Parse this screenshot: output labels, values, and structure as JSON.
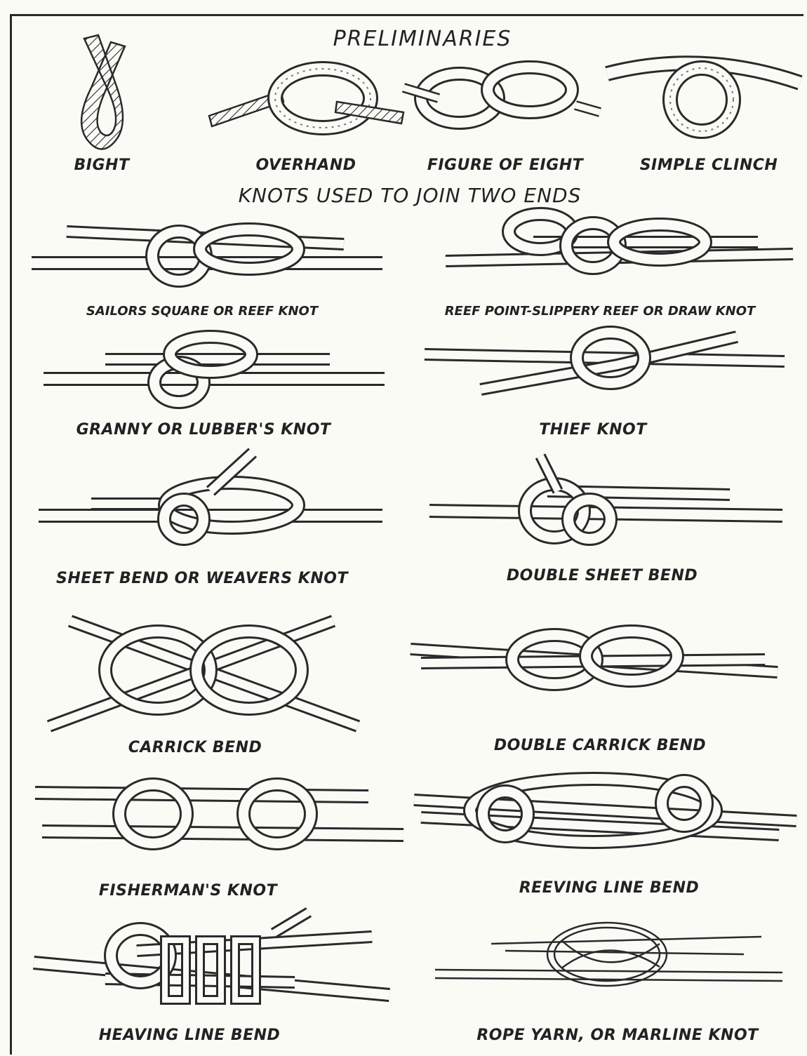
{
  "headings": {
    "preliminaries": "PRELIMINARIES",
    "join_two_ends": "KNOTS USED TO JOIN TWO ENDS"
  },
  "knots": {
    "bight": "BIGHT",
    "overhand": "OVERHAND",
    "figure_of_eight": "FIGURE OF EIGHT",
    "simple_clinch": "SIMPLE CLINCH",
    "reef_knot": "SAILORS SQUARE OR REEF KNOT",
    "reef_point": "REEF POINT-SLIPPERY REEF OR DRAW KNOT",
    "granny": "GRANNY OR LUBBER'S KNOT",
    "thief": "THIEF KNOT",
    "sheet_bend": "SHEET BEND OR WEAVERS KNOT",
    "double_sheet_bend": "DOUBLE SHEET BEND",
    "carrick_bend": "CARRICK BEND",
    "double_carrick_bend": "DOUBLE CARRICK BEND",
    "fishermans_knot": "FISHERMAN'S KNOT",
    "reeving_line_bend": "REEVING LINE BEND",
    "heaving_line_bend": "HEAVING LINE BEND",
    "rope_yarn_knot": "ROPE YARN, OR MARLINE KNOT"
  },
  "colors": {
    "ink": "#2a2a2a",
    "paper": "#fbfbf6"
  }
}
